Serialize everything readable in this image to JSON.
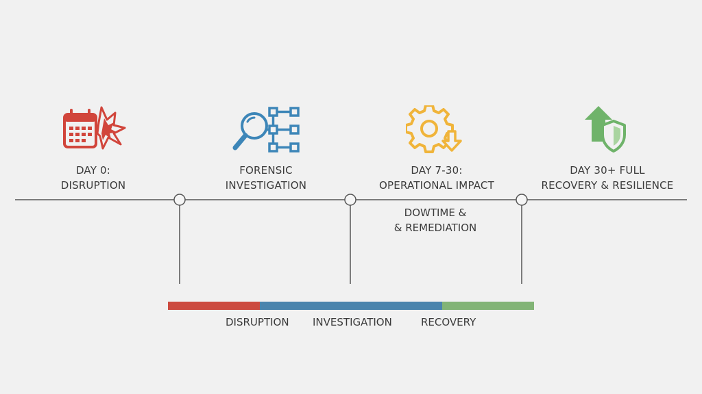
{
  "milestones": [
    {
      "icon": "calendar-burst-icon",
      "lines": [
        "DAY 0:",
        "DISRUPTION"
      ]
    },
    {
      "icon": "magnifier-network-icon",
      "lines": [
        "FORENSIC",
        "INVESTIGATION"
      ]
    },
    {
      "icon": "gear-download-icon",
      "lines": [
        "DAY 7-30:",
        "OPERATIONAL IMPACT"
      ]
    },
    {
      "icon": "arrow-shield-icon",
      "lines": [
        "DAY 30+ FULL",
        "RECOVERY & RESILIENCE"
      ]
    }
  ],
  "note": {
    "lines": [
      "DOWTIME &",
      "& REMEDIATION"
    ]
  },
  "phases": [
    {
      "label": "DISRUPTION",
      "color": "#cc4a3f"
    },
    {
      "label": "INVESTIGATION",
      "color": "#4a84ad"
    },
    {
      "label": "RECOVERY",
      "color": "#82b476"
    }
  ],
  "colors": {
    "red": "#d1453b",
    "blue": "#3d86b8",
    "yellow": "#f0b43a",
    "green": "#6fb36a",
    "line": "#555555"
  }
}
